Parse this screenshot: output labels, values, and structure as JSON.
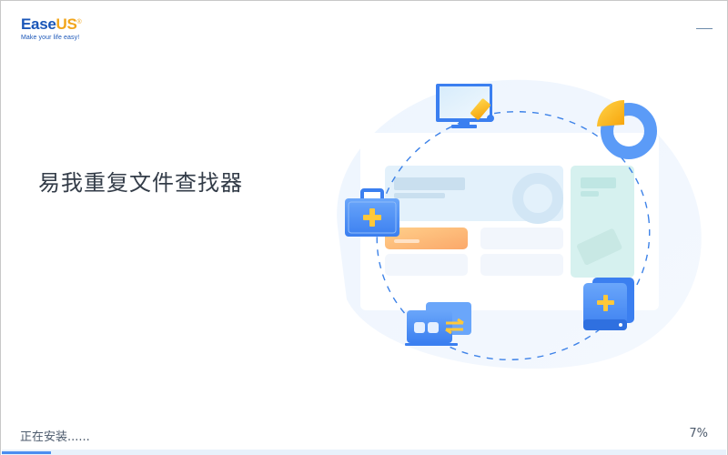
{
  "window": {
    "brand": {
      "name_part1": "Ease",
      "name_part2": "US",
      "registered": "®",
      "tagline": "Make your life easy!"
    },
    "controls": {
      "minimize_label": "minimize"
    }
  },
  "main": {
    "title": "易我重复文件查找器"
  },
  "footer": {
    "status": "正在安装......",
    "percent_text": "7%",
    "progress_value": 7
  },
  "colors": {
    "brand_blue": "#1a56b8",
    "brand_orange": "#f2a51a",
    "progress_fill": "#4b8ef0",
    "progress_track": "#e8f1fb",
    "text_primary": "#333c48",
    "text_secondary": "#4c5a6c"
  },
  "illustration": {
    "icons": [
      "monitor-brush-icon",
      "pie-chart-icon",
      "first-aid-kit-icon",
      "transfer-laptops-icon",
      "drive-add-icon"
    ]
  }
}
